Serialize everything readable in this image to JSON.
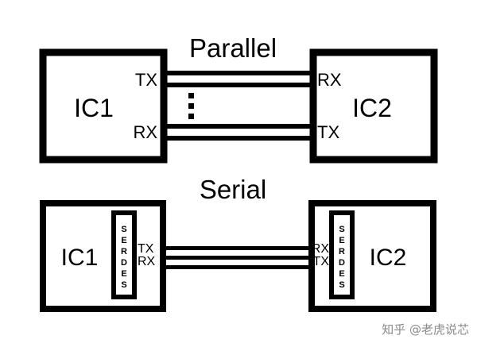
{
  "parallel": {
    "title": "Parallel",
    "ic_left": "IC1",
    "ic_right": "IC2",
    "left_tx": "TX",
    "left_rx": "RX",
    "right_rx": "RX",
    "right_tx": "TX",
    "ellipsis": "⋮"
  },
  "serial": {
    "title": "Serial",
    "ic_left": "IC1",
    "ic_right": "IC2",
    "serdes_left": [
      "S",
      "E",
      "R",
      "D",
      "E",
      "S"
    ],
    "serdes_right": [
      "S",
      "E",
      "R",
      "D",
      "E",
      "S"
    ],
    "left_tx": "TX",
    "left_rx": "RX",
    "right_rx": "RX",
    "right_tx": "TX"
  },
  "watermark": "知乎 @老虎说芯"
}
